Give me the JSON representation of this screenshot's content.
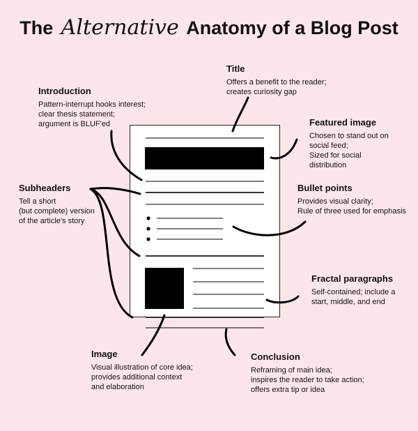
{
  "heading": {
    "pre": "The",
    "accent": "Alternative",
    "post": "Anatomy of a Blog Post"
  },
  "labels": {
    "title": {
      "heading": "Title",
      "lines": [
        "Offers a benefit to the reader;",
        "creates curiosity gap"
      ]
    },
    "introduction": {
      "heading": "Introduction",
      "lines": [
        "Pattern-interrupt hooks interest;",
        "clear thesis statement;",
        "argument is BLUF'ed"
      ]
    },
    "featured_image": {
      "heading": "Featured image",
      "lines": [
        "Chosen to stand out on",
        "social feed;",
        "Sized for social",
        "distribution"
      ]
    },
    "subheaders": {
      "heading": "Subheaders",
      "lines": [
        "Tell a short",
        "(but complete) version",
        "of the article's story"
      ]
    },
    "bullet_points": {
      "heading": "Bullet points",
      "lines": [
        "Provides visual clarity;",
        "Rule of three used for emphasis"
      ]
    },
    "fractal_paragraphs": {
      "heading": "Fractal paragraphs",
      "lines": [
        "Self-contained; include a",
        "start, middle, and end"
      ]
    },
    "image": {
      "heading": "Image",
      "lines": [
        "Visual illustration of core idea;",
        "provides additional context",
        "and elaboration"
      ]
    },
    "conclusion": {
      "heading": "Conclusion",
      "lines": [
        "Reframing of main idea;",
        "inspires the reader to take action;",
        "offers extra tip or idea"
      ]
    }
  }
}
